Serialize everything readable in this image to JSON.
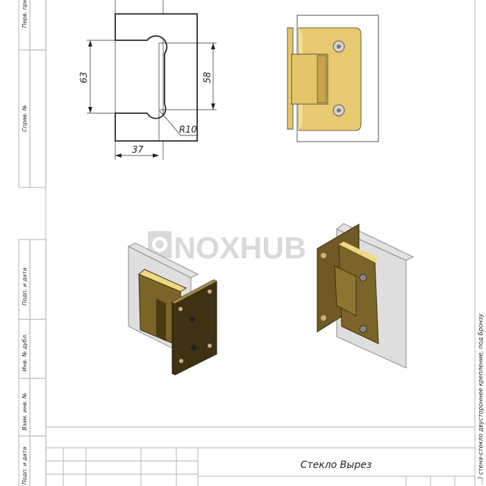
{
  "side_stamp": {
    "labels": [
      "Перв. примен.",
      "Справ. №",
      "Подп. и дата",
      "Инв. № дубл.",
      "Взам. инв. №",
      "Подп. и дата"
    ]
  },
  "drawing": {
    "dim_height_outer": "63",
    "dim_height_inner": "58",
    "dim_width": "37",
    "dim_radius": "R10"
  },
  "watermark": "INOXHUB",
  "title_block": {
    "name": "Стекло Вырез"
  },
  "side_caption": "...) стена-стекло двустороннее крепление, под Бронзу",
  "colors": {
    "gold": "#e6c667",
    "bronze": "#7a6428",
    "glass": "#c8c8c8",
    "line": "#222222",
    "frame": "#bdbdbd"
  }
}
